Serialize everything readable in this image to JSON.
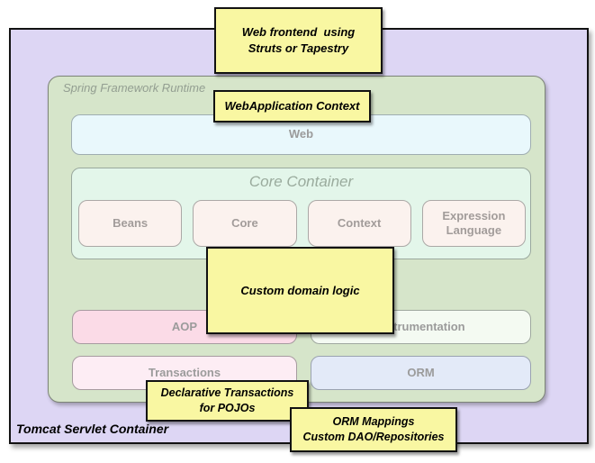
{
  "diagram_title": "Spring Framework runtime inside a Tomcat servlet container",
  "outer_container": {
    "label": "Tomcat Servlet Container"
  },
  "spring_runtime": {
    "label": "Spring Framework Runtime"
  },
  "web_layer": {
    "label": "Web"
  },
  "core_container": {
    "title": "Core Container",
    "modules": [
      {
        "label": "Beans"
      },
      {
        "label": "Core"
      },
      {
        "label": "Context"
      },
      {
        "label": "Expression Language"
      }
    ]
  },
  "middleware": {
    "aop": {
      "label": "AOP"
    },
    "instrumentation": {
      "label": "Instrumentation"
    },
    "transactions": {
      "label": "Transactions"
    },
    "orm": {
      "label": "ORM"
    }
  },
  "notes": [
    {
      "id": "web-frontend",
      "text": "Web frontend  using\nStruts or Tapestry"
    },
    {
      "id": "webapp-context",
      "text": "WebApplication Context"
    },
    {
      "id": "custom-domain-logic",
      "text": "Custom domain logic"
    },
    {
      "id": "declarative-transactions",
      "text": "Declarative Transactions\nfor POJOs"
    },
    {
      "id": "orm-mappings",
      "text": "ORM Mappings\nCustom DAO/Repositories"
    }
  ],
  "palette": {
    "outer_background": "#DDD6F4",
    "spring_background": "#D6E5CA",
    "web_background": "#E9F8FC",
    "core_background": "#E3F6EA",
    "core_module_background": "#FBF2EE",
    "aop_background": "#FBDBE7",
    "instrumentation_background": "#F4FAF2",
    "transactions_background": "#FDEDF4",
    "orm_background": "#E3EAF8",
    "note_background": "#F9F7A2",
    "border_dark": "#121212",
    "box_label_gray": "#9B9B9B"
  }
}
